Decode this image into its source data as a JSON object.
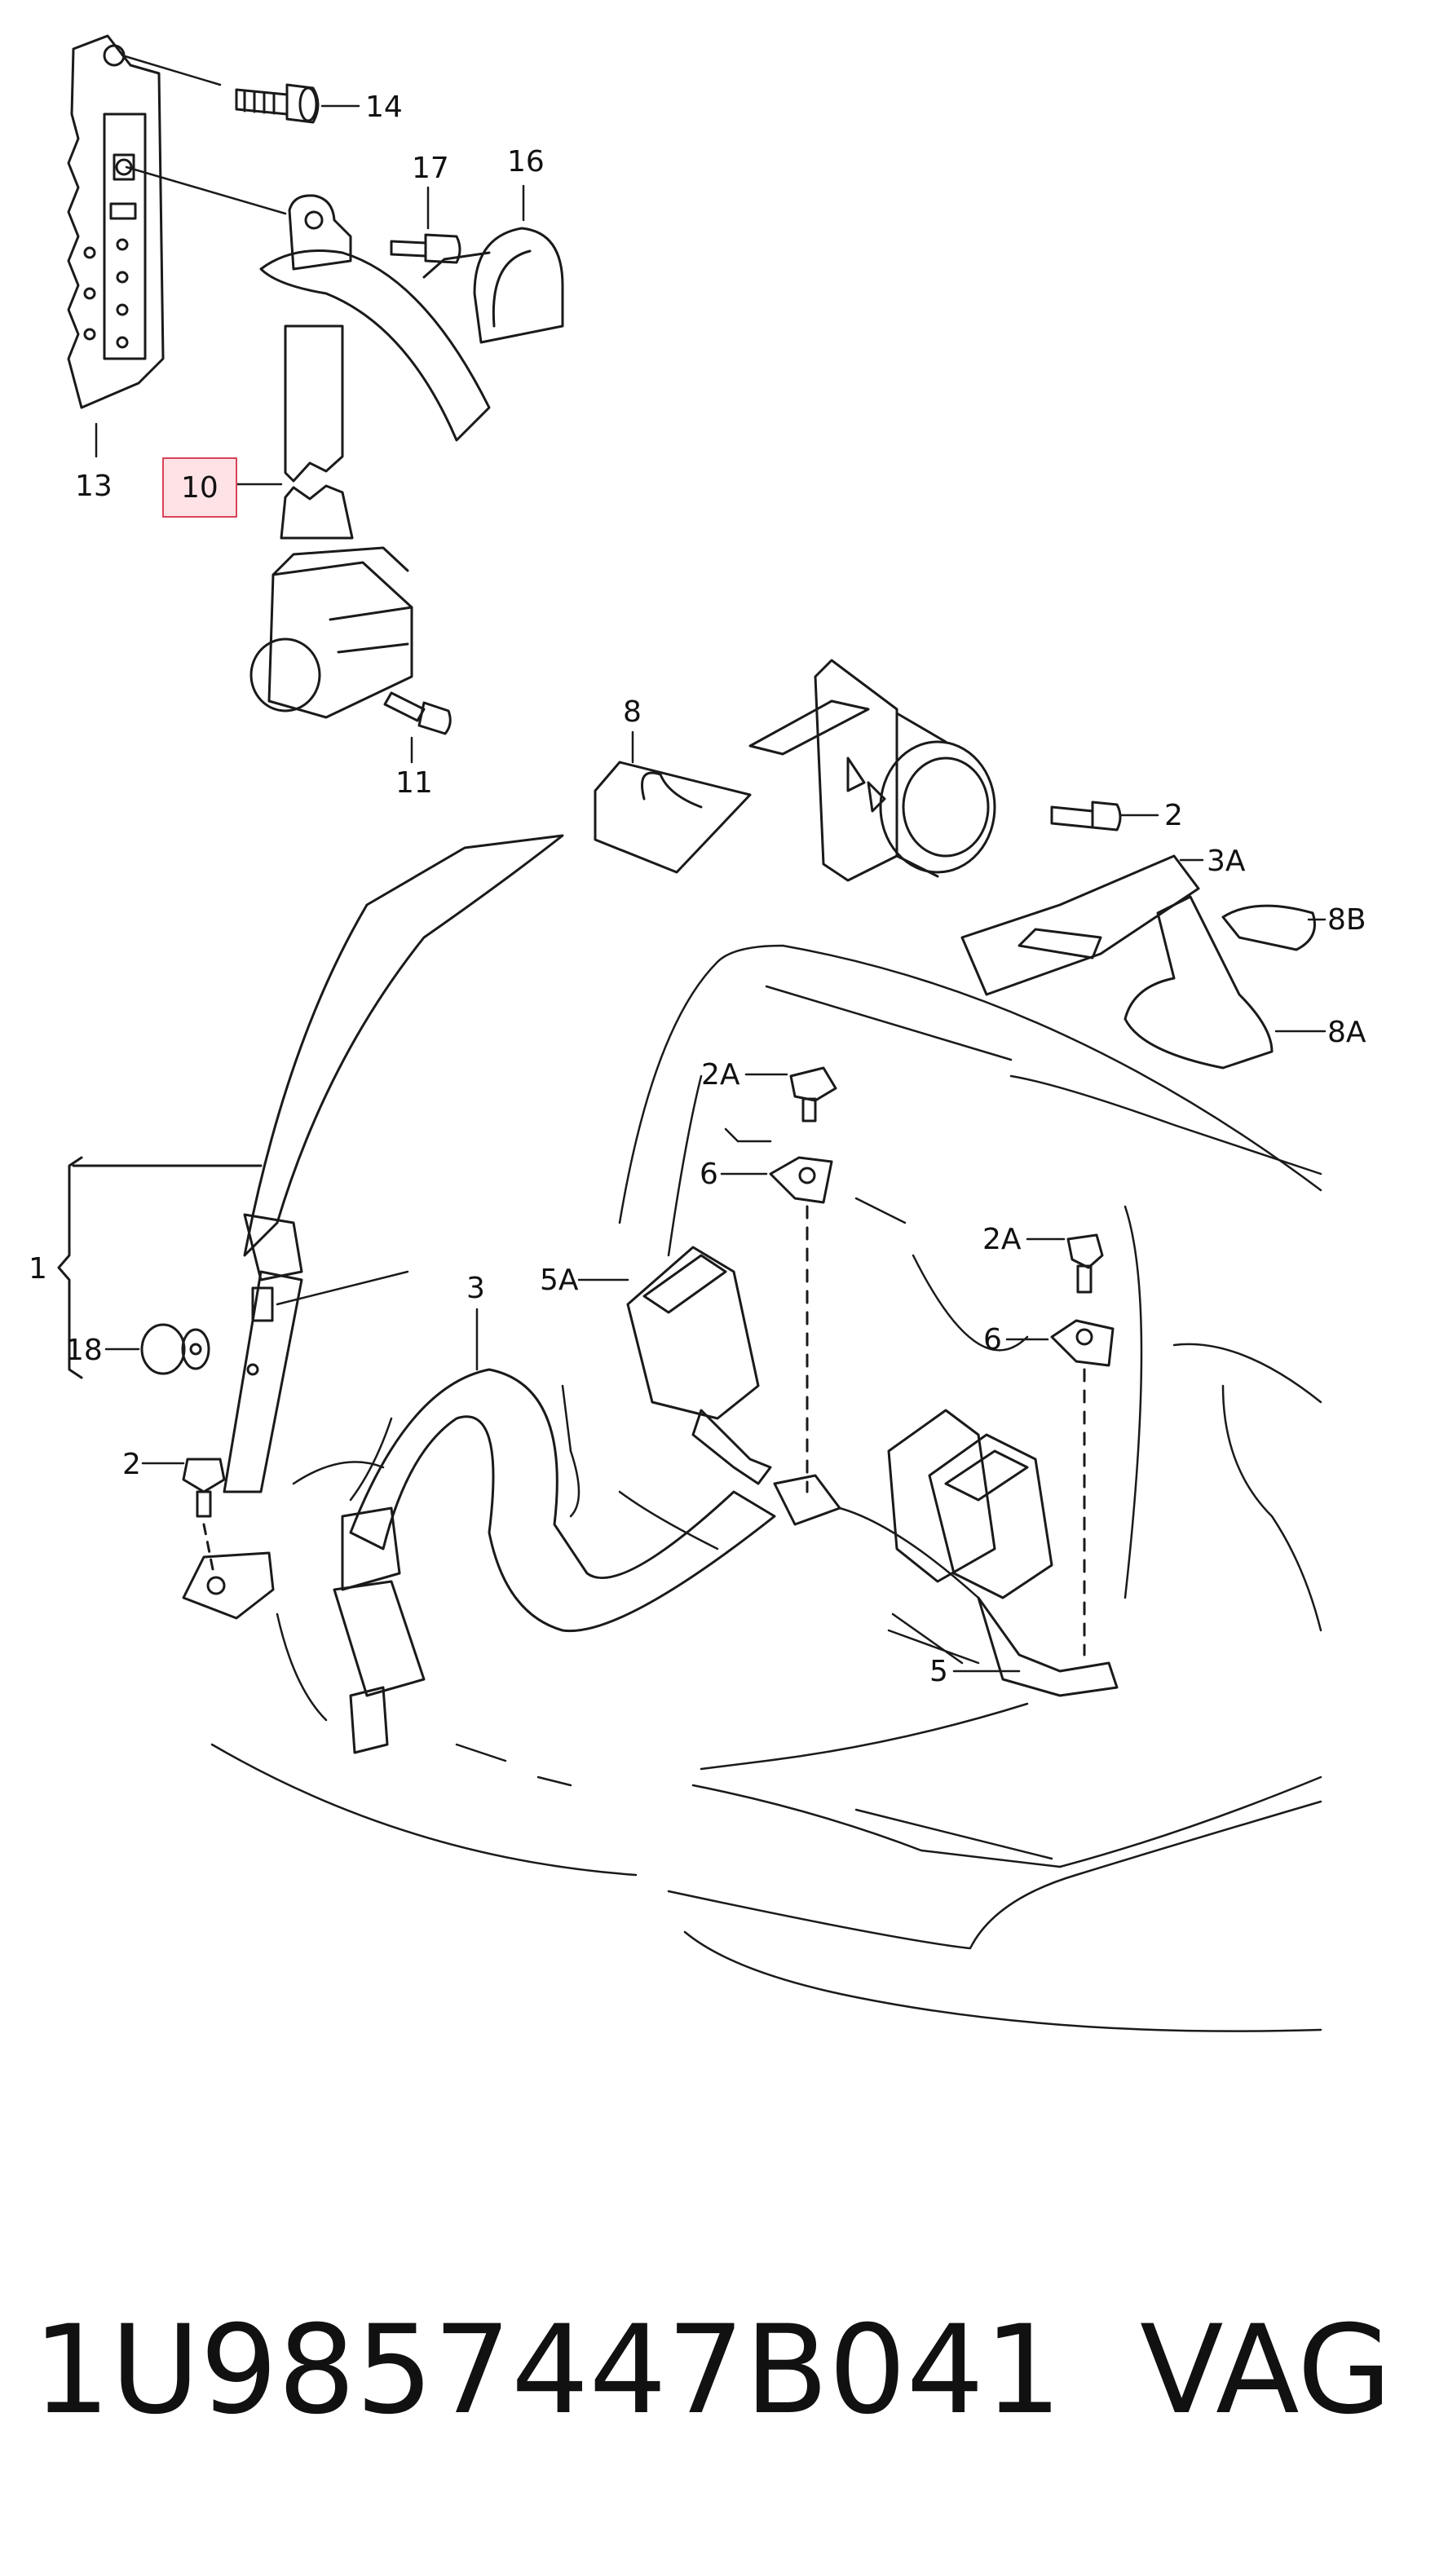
{
  "diagram": {
    "callouts": [
      "14",
      "17",
      "16",
      "13",
      "10",
      "11",
      "8",
      "2",
      "3A",
      "8B",
      "8A",
      "2A",
      "6",
      "1",
      "18",
      "3",
      "5A",
      "2",
      "2A",
      "6",
      "5"
    ],
    "highlighted_callout": "10",
    "highlight_color": "#fde2e6",
    "highlight_border": "#d9445a"
  },
  "footer": {
    "part_number": "1U9857447B041",
    "brand": "VAG"
  }
}
